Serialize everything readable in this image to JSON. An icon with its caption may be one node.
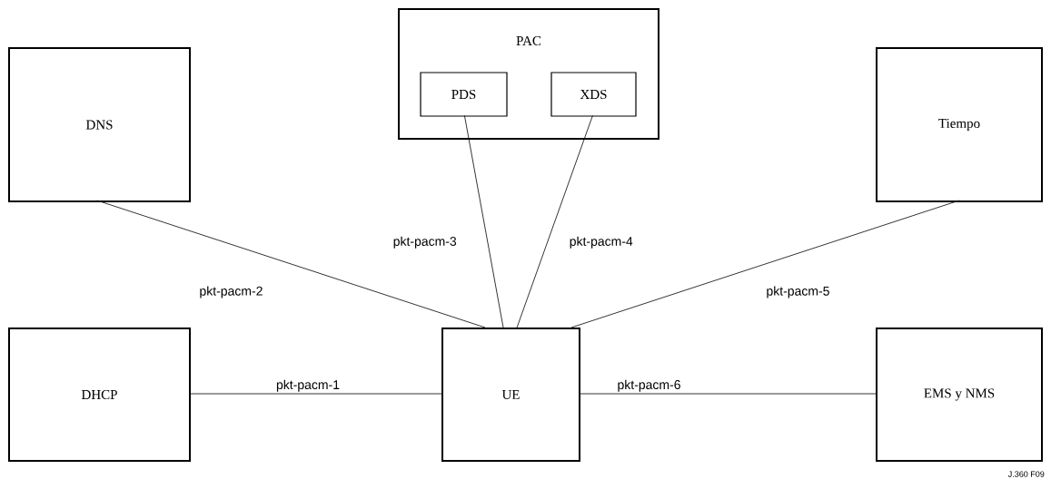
{
  "diagram": {
    "nodes": [
      {
        "text": [
          "PAC"
        ]
      },
      {
        "text": [
          "PDS"
        ],
        "in": 0
      },
      {
        "text": [
          "XDS"
        ],
        "in": 0
      },
      {
        "text": [
          "DNS"
        ]
      },
      {
        "text": [
          "Tiempo"
        ]
      },
      {
        "text": [
          "DHCP"
        ]
      },
      {
        "text": [
          "UE"
        ]
      },
      {
        "text": [
          "EMS y NMS"
        ]
      }
    ],
    "edges": [
      {
        "from": 5,
        "to": 6,
        "arrow": "none",
        "label": "pkt-pacm-1"
      },
      {
        "from": 3,
        "to": 6,
        "arrow": "none",
        "label": "pkt-pacm-2"
      },
      {
        "from": 1,
        "to": 6,
        "arrow": "none",
        "label": "pkt-pacm-3"
      },
      {
        "from": 2,
        "to": 6,
        "arrow": "none",
        "label": "pkt-pacm-4"
      },
      {
        "from": 4,
        "to": 6,
        "arrow": "none",
        "label": "pkt-pacm-5"
      },
      {
        "from": 6,
        "to": 7,
        "arrow": "none",
        "label": "pkt-pacm-6"
      }
    ],
    "labels": [
      "J.360 F09"
    ]
  }
}
